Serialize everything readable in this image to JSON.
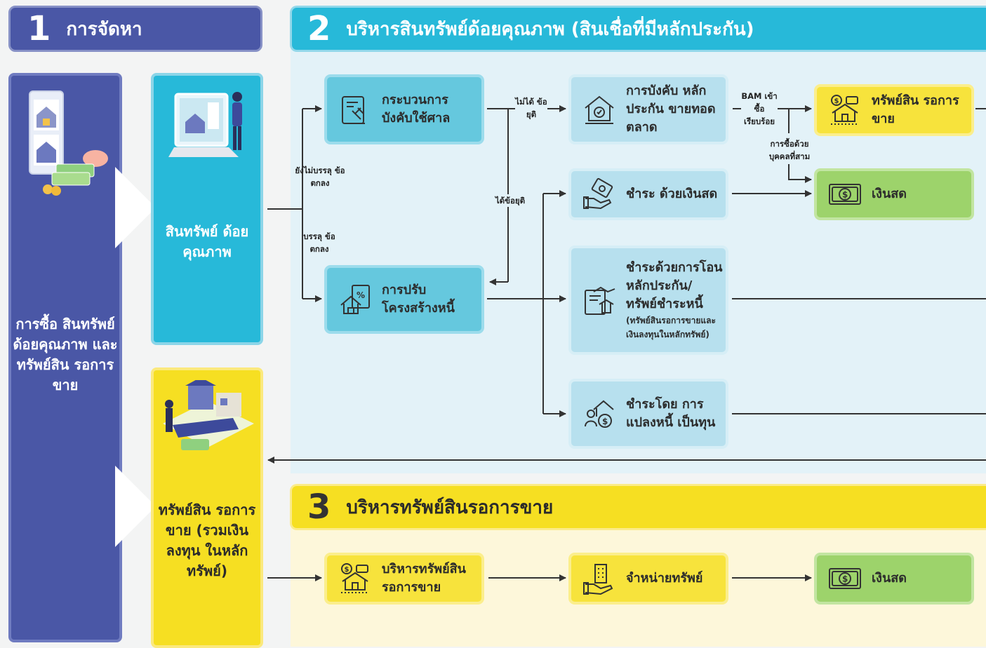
{
  "colors": {
    "indigo": "#4a57a6",
    "cyan": "#27b9d9",
    "yellow": "#f6df22",
    "green": "#9dd36b",
    "light_blue": "#b7e0ee"
  },
  "section1": {
    "number": "1",
    "title": "การจัดหา"
  },
  "section2": {
    "number": "2",
    "title": "บริหารสินทรัพย์ด้อยคุณภาพ (สินเชื่อที่มีหลักประกัน)"
  },
  "section3": {
    "number": "3",
    "title": "บริหารทรัพย์สินรอการขาย"
  },
  "column1": {
    "text": "การซื้อ สินทรัพย์ ด้อยคุณภาพ และทรัพย์สิน รอการขาย",
    "icon": "tablet-house-money-icon"
  },
  "npl_box": {
    "text": "สินทรัพย์ ด้อยคุณภาพ",
    "icon": "laptop-person-icon"
  },
  "npa_box": {
    "text": "ทรัพย์สิน รอการขาย (รวมเงินลงทุน ในหลักทรัพย์)",
    "icon": "houses-discount-icon"
  },
  "flow2": {
    "court": {
      "label": "กระบวนการ บังคับใช้ศาล",
      "icon": "gavel-document-icon"
    },
    "restructure": {
      "label": "การปรับ โครงสร้างหนี้",
      "icon": "house-percent-icon"
    },
    "auction": {
      "label": "การบังคับ หลักประกัน ขายทอดตลาด",
      "icon": "house-auction-icon"
    },
    "npa_result": {
      "label": "ทรัพย์สิน รอการขาย",
      "icon": "money-house-icon"
    },
    "cash_result": {
      "label": "เงินสด",
      "icon": "banknote-icon"
    },
    "pay_cash": {
      "label": "ชำระ ด้วยเงินสด",
      "icon": "hand-money-icon"
    },
    "pay_transfer": {
      "label": "ชำระด้วยการโอน หลักประกัน/ ทรัพย์ชำระหนี้",
      "note": "(ทรัพย์สินรอการขายและ เงินลงทุนในหลักทรัพย์)",
      "icon": "handshake-document-icon"
    },
    "pay_convert": {
      "label": "ชำระโดย การแปลงหนี้ เป็นทุน",
      "icon": "person-coin-icon"
    },
    "edge_not_settled": "ยังไม่บรรลุ ข้อตกลง",
    "edge_settled": "บรรลุ ข้อตกลง",
    "edge_no_settlement": "ไม่ได้ ข้อยุติ",
    "edge_settlement": "ได้ข้อยุติ",
    "edge_bam": "BAM เข้าซื้อ เรียบร้อย",
    "edge_third_party": "การซื้อด้วย บุคคลที่สาม"
  },
  "flow3": {
    "manage": {
      "label": "บริหารทรัพย์สิน รอการขาย",
      "icon": "money-house-icon"
    },
    "sell": {
      "label": "จำหน่ายทรัพย์",
      "icon": "hand-building-icon"
    },
    "cash": {
      "label": "เงินสด",
      "icon": "banknote-icon"
    }
  }
}
